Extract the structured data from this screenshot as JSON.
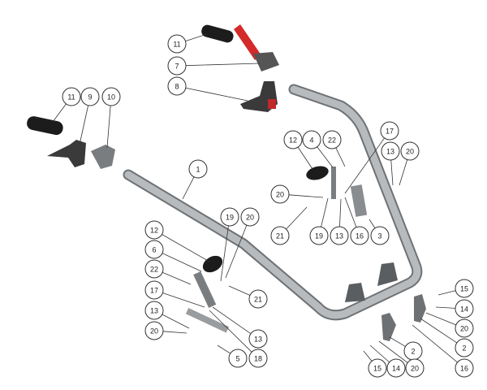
{
  "diagram": {
    "title": "Handlebar assembly exploded view",
    "callouts": [
      "11",
      "7",
      "8",
      "11",
      "9",
      "10",
      "1",
      "12",
      "4",
      "22",
      "17",
      "13",
      "20",
      "20",
      "21",
      "19",
      "13",
      "16",
      "3",
      "12",
      "19",
      "20",
      "6",
      "22",
      "21",
      "17",
      "13",
      "13",
      "20",
      "18",
      "5",
      "15",
      "14",
      "20",
      "2",
      "2",
      "15",
      "14",
      "20",
      "16"
    ]
  },
  "colors": {
    "tube": "#a9acaf",
    "grip": "#1c1c1c",
    "lever_red": "#d42a2a",
    "part": "#8a8d90"
  }
}
